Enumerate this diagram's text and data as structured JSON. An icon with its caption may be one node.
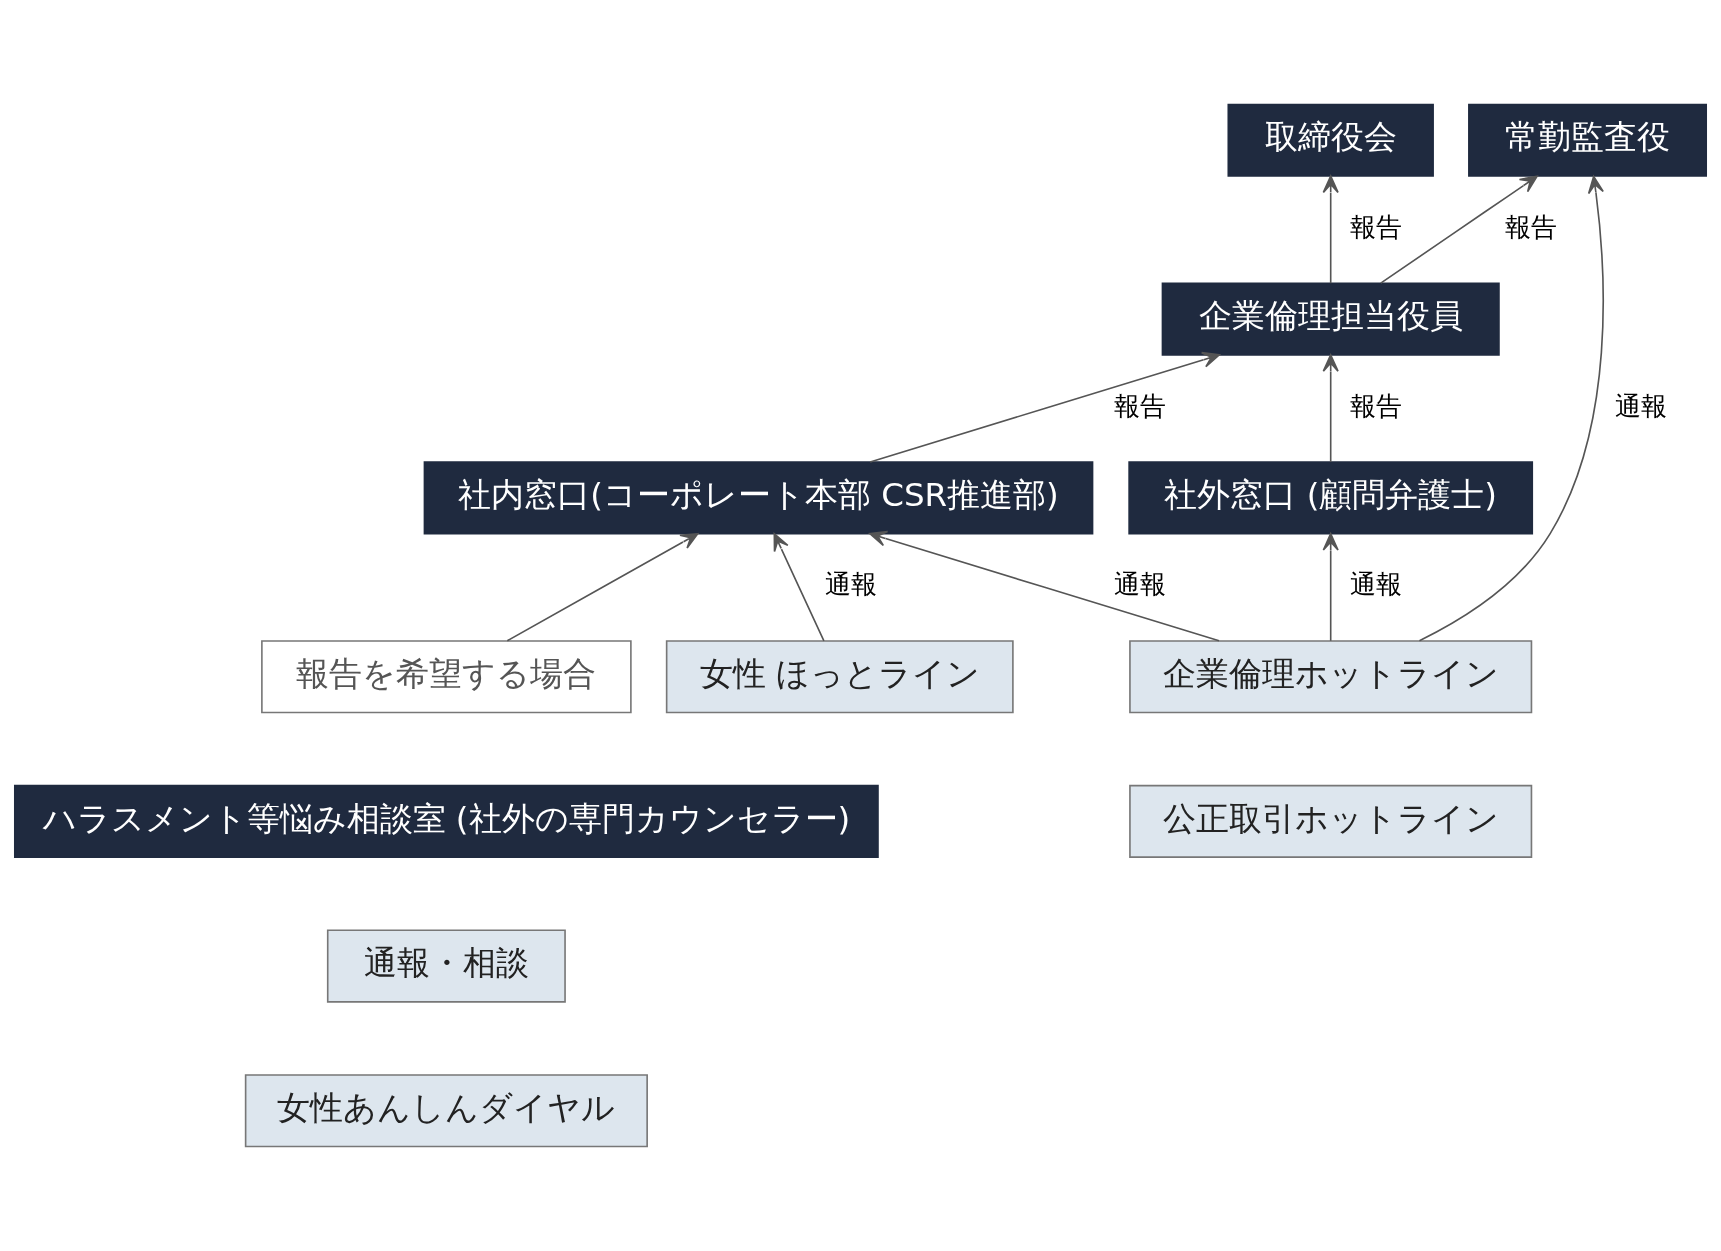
{
  "diagram": {
    "nodes": [
      {
        "text": [
          "常勤監査役"
        ]
      },
      {
        "text": [
          "取締役会"
        ]
      },
      {
        "text": [
          "企業倫理担当役員"
        ]
      },
      {
        "text": [
          "社内窓口(コーポレート本部 CSR推進部)"
        ]
      },
      {
        "text": [
          "社外窓口 (顧問弁護士)"
        ]
      },
      {
        "text": [
          "報告を希望する場合"
        ]
      },
      {
        "text": [
          "ハラスメント等悩み相談室 (社外の専門カウンセラー)"
        ]
      },
      {
        "text": [
          "企業倫理ホットライン"
        ]
      },
      {
        "text": [
          "公正取引ホットライン"
        ]
      },
      {
        "text": [
          "女性 ほっとライン"
        ]
      },
      {
        "text": [
          "通報・相談"
        ]
      },
      {
        "text": [
          "女性あんしんダイヤル"
        ]
      }
    ],
    "edges": [
      {
        "from": 7,
        "to": 0,
        "arrow": "to",
        "label": "通報"
      },
      {
        "from": 2,
        "to": 0,
        "arrow": "to",
        "label": "報告"
      },
      {
        "from": 2,
        "to": 1,
        "arrow": "to",
        "label": "報告"
      },
      {
        "from": 3,
        "to": 2,
        "arrow": "to",
        "label": "報告"
      },
      {
        "from": 4,
        "to": 2,
        "arrow": "to",
        "label": "報告"
      },
      {
        "from": 7,
        "to": 4,
        "arrow": "to",
        "label": "通報"
      },
      {
        "from": 7,
        "to": 3,
        "arrow": "to",
        "label": "通報"
      },
      {
        "from": 9,
        "to": 3,
        "arrow": "to",
        "label": "通報"
      },
      {
        "from": 5,
        "to": 3,
        "arrow": "to"
      }
    ]
  }
}
